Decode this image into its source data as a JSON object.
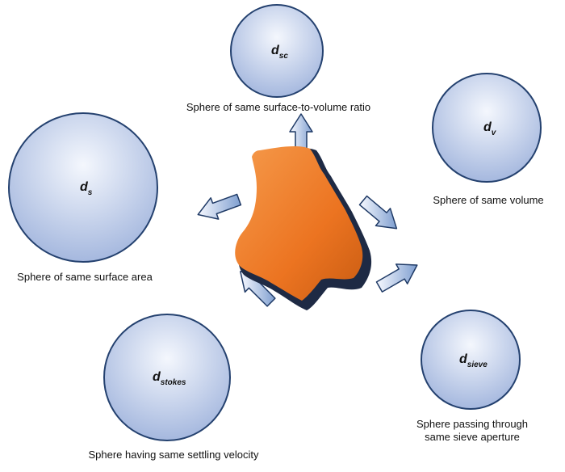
{
  "colors": {
    "sphere_light": "#f4f7fd",
    "sphere_dark": "#9fb3dc",
    "sphere_stroke": "#24416f",
    "particle_front": "#f07a28",
    "particle_side": "#1e2a44",
    "arrow_light": "#f7f9ff",
    "arrow_dark": "#7f9fd0",
    "arrow_stroke": "#1f3a66",
    "text": "#111111"
  },
  "particle": {
    "name": "irregular-particle"
  },
  "spheres": [
    {
      "id": "dsc",
      "symbol": "d",
      "subscript": "sc",
      "caption": [
        "Sphere of same surface-to-volume ratio"
      ]
    },
    {
      "id": "dv",
      "symbol": "d",
      "subscript": "v",
      "caption": [
        "Sphere of same volume"
      ]
    },
    {
      "id": "ds",
      "symbol": "d",
      "subscript": "s",
      "caption": [
        "Sphere of same surface area"
      ]
    },
    {
      "id": "dstokes",
      "symbol": "d",
      "subscript": "stokes",
      "caption": [
        "Sphere having same settling velocity"
      ]
    },
    {
      "id": "dsieve",
      "symbol": "d",
      "subscript": "sieve",
      "caption": [
        "Sphere passing through",
        "same sieve aperture"
      ]
    }
  ]
}
